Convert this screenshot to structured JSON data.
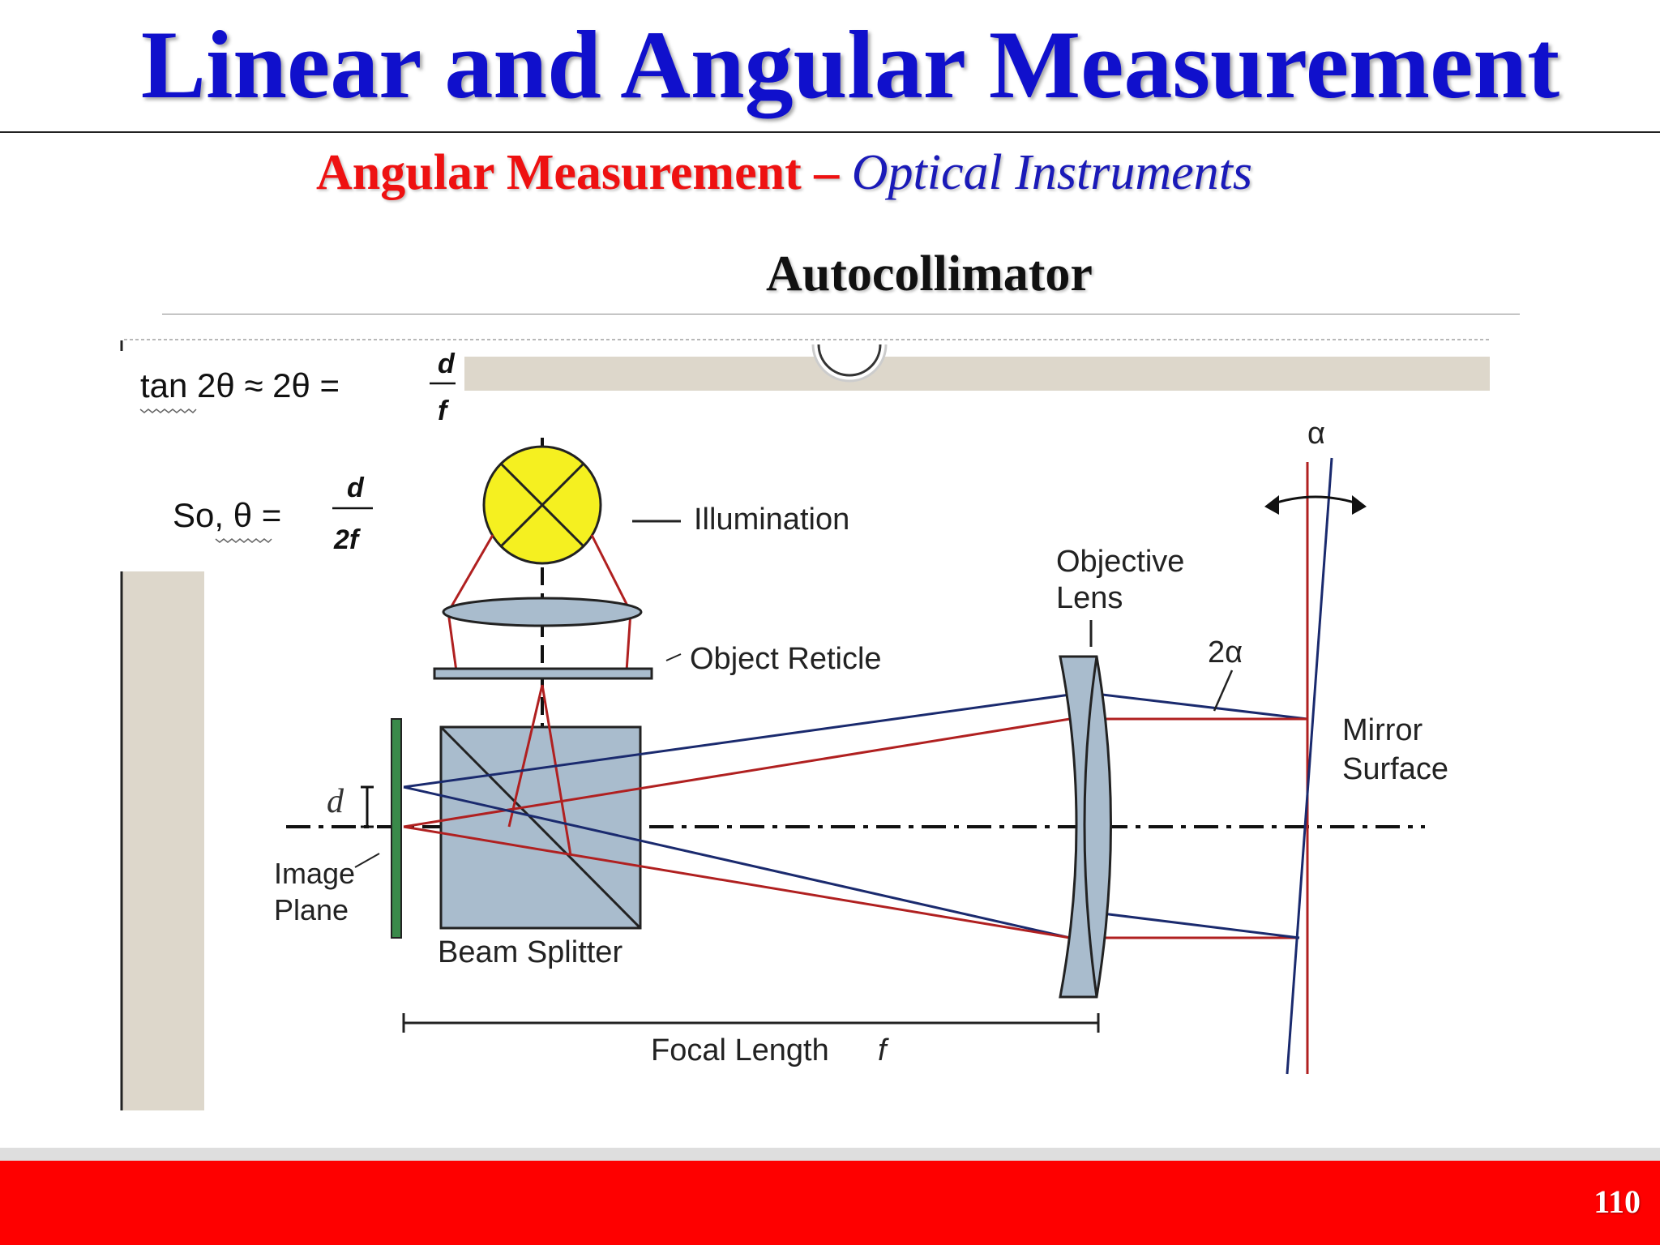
{
  "slide": {
    "title": "Linear and Angular Measurement",
    "subtitle_main": "Angular Measurement –",
    "subtitle_italic": "Optical Instruments",
    "heading": "Autocollimator",
    "page_number": "110"
  },
  "figure": {
    "formula1": {
      "lhs": "tan 2θ ≈ 2θ =",
      "numerator": "d",
      "denominator": "f"
    },
    "formula2": {
      "lhs": "So, θ =",
      "numerator": "d",
      "denominator": "2f"
    },
    "labels": {
      "illumination": "Illumination",
      "object_reticle": "Object Reticle",
      "objective_lens_line1": "Objective",
      "objective_lens_line2": "Lens",
      "two_alpha": "2α",
      "alpha": "α",
      "mirror_surface_line1": "Mirror",
      "mirror_surface_line2": "Surface",
      "d": "d",
      "image_plane_line1": "Image",
      "image_plane_line2": "Plane",
      "beam_splitter": "Beam Splitter",
      "focal_length": "Focal Length",
      "focal_symbol": "f"
    }
  },
  "colors": {
    "title": "#1010cc",
    "subtitle_red": "#ee1111",
    "subtitle_blue": "#1a1ab8",
    "footer": "#fe0000",
    "ray_red": "#b02020",
    "ray_blue": "#1a2a6e",
    "lamp": "#f5f020",
    "optics_fill": "#a9bccd",
    "image_plane": "#3a8a4a",
    "panel_beige": "#ddd7cb"
  }
}
